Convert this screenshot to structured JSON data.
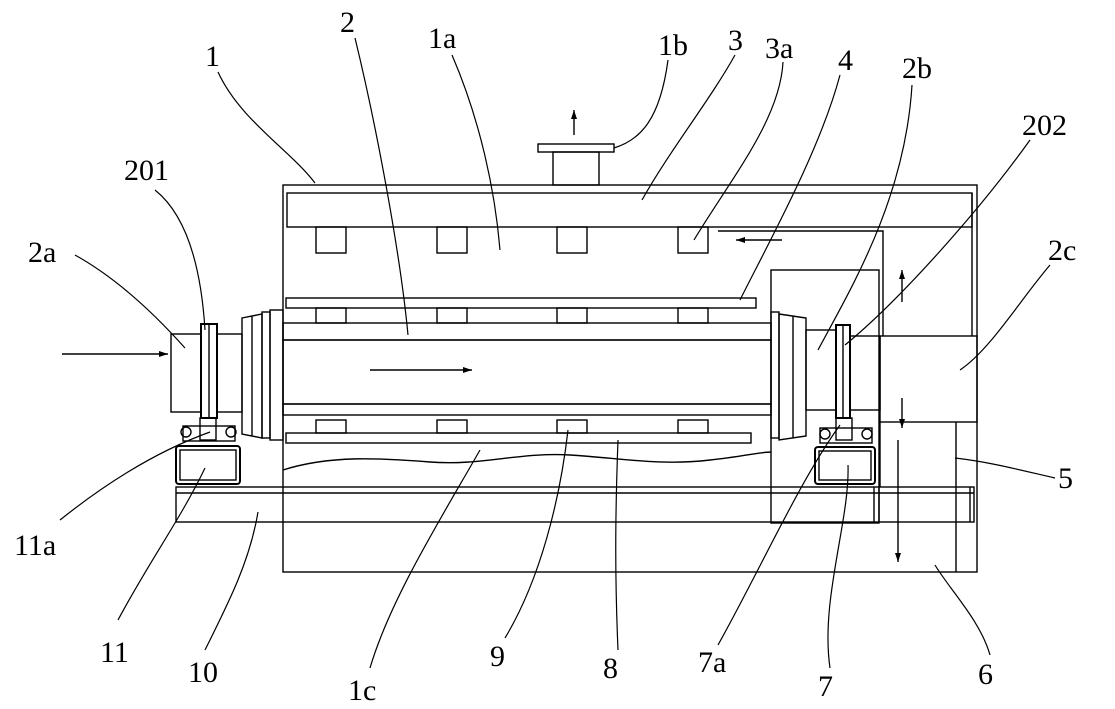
{
  "diagram": {
    "labels": {
      "l1": "1",
      "l2": "2",
      "l1a": "1a",
      "l1b": "1b",
      "l3": "3",
      "l3a": "3a",
      "l4": "4",
      "l2b": "2b",
      "l202": "202",
      "l201": "201",
      "l2a": "2a",
      "l2c": "2c",
      "l5": "5",
      "l11a": "11a",
      "l11": "11",
      "l10": "10",
      "l1c": "1c",
      "l9": "9",
      "l8": "8",
      "l7a": "7a",
      "l7": "7",
      "l6": "6"
    }
  }
}
